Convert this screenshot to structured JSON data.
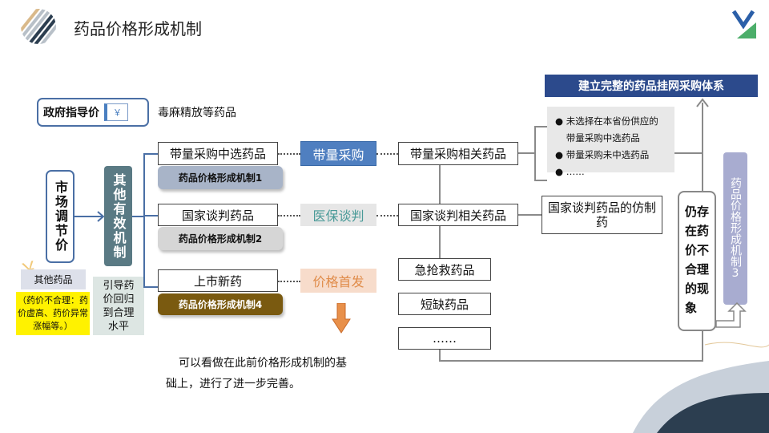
{
  "header": {
    "title": "药品价格形成机制"
  },
  "gov_price": {
    "label": "政府指导价",
    "icon": "yuan-tag-icon",
    "icon_text": "￥",
    "desc": "毒麻精放等药品"
  },
  "market_price": {
    "label": "市场调节价",
    "other_drugs": "其他药品",
    "note": "（药价不合理：药价虚高、药价异常涨幅等。）"
  },
  "other_mechanism": {
    "label": "其他有效机制",
    "guide": "引导药价回归到合理水平"
  },
  "rows": [
    {
      "drug": "带量采购中选药品",
      "mechanism": "药品价格形成机制1",
      "method": "带量采购",
      "related": "带量采购相关药品"
    },
    {
      "drug": "国家谈判药品",
      "mechanism": "药品价格形成机制2",
      "method": "医保谈判",
      "related": "国家谈判相关药品"
    },
    {
      "drug": "上市新药",
      "mechanism": "药品价格形成机制4",
      "method": "价格首发"
    }
  ],
  "other_related": [
    "急抢救药品",
    "短缺药品",
    "……"
  ],
  "bullets": [
    "未选择在本省份供应的带量采购中选药品",
    "带量采购未中选药品",
    "……"
  ],
  "generic": "国家谈判药品的仿制药",
  "banner": "建立完整的药品挂网采购体系",
  "unreasonable": "仍存在药价不合理的现象",
  "mechanism3": "药品价格形成机制3",
  "footer_text": [
    "可以看做在此前价格形成机制的基",
    "础上，进行了进一步完善。"
  ],
  "colors": {
    "banner": "#2c4a8c",
    "method1": "#4f7fc0",
    "mech4": "#7a5a10"
  }
}
